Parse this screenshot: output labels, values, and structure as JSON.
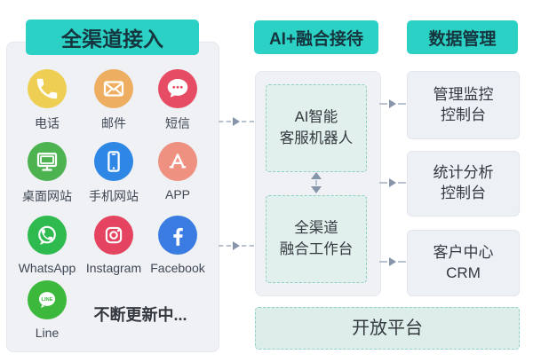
{
  "colors": {
    "header_teal": "#2bd1c4",
    "header_text": "#17353f",
    "panel_gray": "#eff1f5",
    "mint_fill": "#e1f0ec",
    "mint_border": "#8fd0c7",
    "arrow_dash": "#b9c3cf",
    "arrow_head": "#8695aa"
  },
  "left": {
    "header": "全渠道接入",
    "note": "不断更新中...",
    "line_bubble_text": "LINE",
    "channels": [
      {
        "label": "电话",
        "icon": "phone-icon",
        "color": "#eecf54"
      },
      {
        "label": "邮件",
        "icon": "mail-icon",
        "color": "#eeae62"
      },
      {
        "label": "短信",
        "icon": "sms-icon",
        "color": "#e64c63"
      },
      {
        "label": "桌面网站",
        "icon": "desktop-site-icon",
        "color": "#4cb350"
      },
      {
        "label": "手机网站",
        "icon": "mobile-site-icon",
        "color": "#2e87e4"
      },
      {
        "label": "APP",
        "icon": "appstore-icon",
        "color": "#ef9181"
      },
      {
        "label": "WhatsApp",
        "icon": "whatsapp-icon",
        "color": "#2fba4f"
      },
      {
        "label": "Instagram",
        "icon": "instagram-icon",
        "color": "#e4445f"
      },
      {
        "label": "Facebook",
        "icon": "facebook-icon",
        "color": "#3b7ce2"
      },
      {
        "label": "Line",
        "icon": "line-icon",
        "color": "#3cb83c"
      }
    ]
  },
  "middle": {
    "header": "AI+融合接待",
    "ai_box": {
      "line1": "AI智能",
      "line2": "客服机器人"
    },
    "work_box": {
      "line1": "全渠道",
      "line2": "融合工作台"
    }
  },
  "right": {
    "header": "数据管理",
    "boxes": [
      {
        "line1": "管理监控",
        "line2": "控制台"
      },
      {
        "line1": "统计分析",
        "line2": "控制台"
      },
      {
        "line1": "客户中心",
        "line2": "CRM"
      }
    ]
  },
  "bottom": {
    "open_platform": "开放平台"
  }
}
